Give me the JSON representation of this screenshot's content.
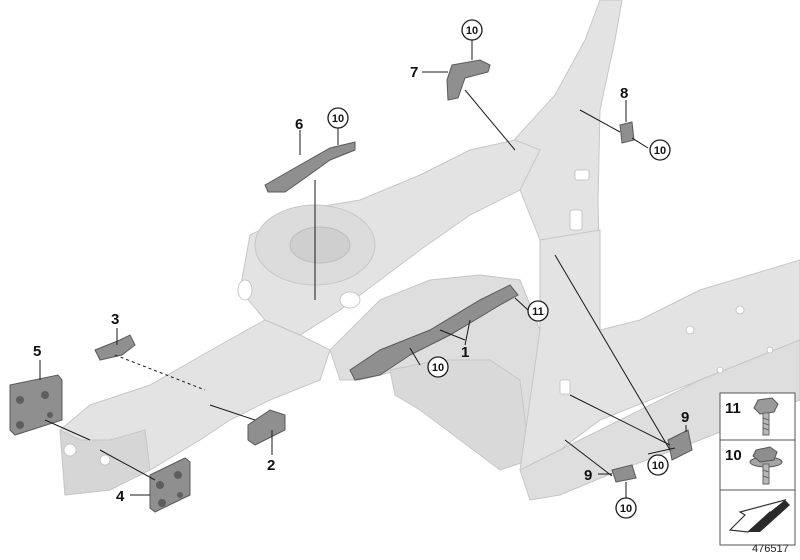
{
  "callouts": [
    {
      "id": "c1",
      "label": "1"
    },
    {
      "id": "c2",
      "label": "2"
    },
    {
      "id": "c3",
      "label": "3"
    },
    {
      "id": "c4",
      "label": "4"
    },
    {
      "id": "c5",
      "label": "5"
    },
    {
      "id": "c6",
      "label": "6"
    },
    {
      "id": "c7",
      "label": "7"
    },
    {
      "id": "c8",
      "label": "8"
    },
    {
      "id": "c9a",
      "label": "9"
    },
    {
      "id": "c9b",
      "label": "9"
    }
  ],
  "circled_callouts": [
    {
      "id": "r1",
      "label": "10"
    },
    {
      "id": "r2",
      "label": "10"
    },
    {
      "id": "r3",
      "label": "10"
    },
    {
      "id": "r4",
      "label": "10"
    },
    {
      "id": "r5",
      "label": "10"
    },
    {
      "id": "r6",
      "label": "10"
    },
    {
      "id": "r7",
      "label": "11"
    }
  ],
  "legend": {
    "items": [
      {
        "label": "11",
        "part": "bolt-with-collar"
      },
      {
        "label": "10",
        "part": "hex-bolt-with-washer"
      }
    ],
    "direction_icon": "forward-arrow-icon"
  },
  "diagram_id": "476517",
  "colors": {
    "body": "#e2e2e2",
    "body_edge": "#c4c4c4",
    "bracket": "#8d8d8d",
    "line": "#1a1a1a"
  }
}
